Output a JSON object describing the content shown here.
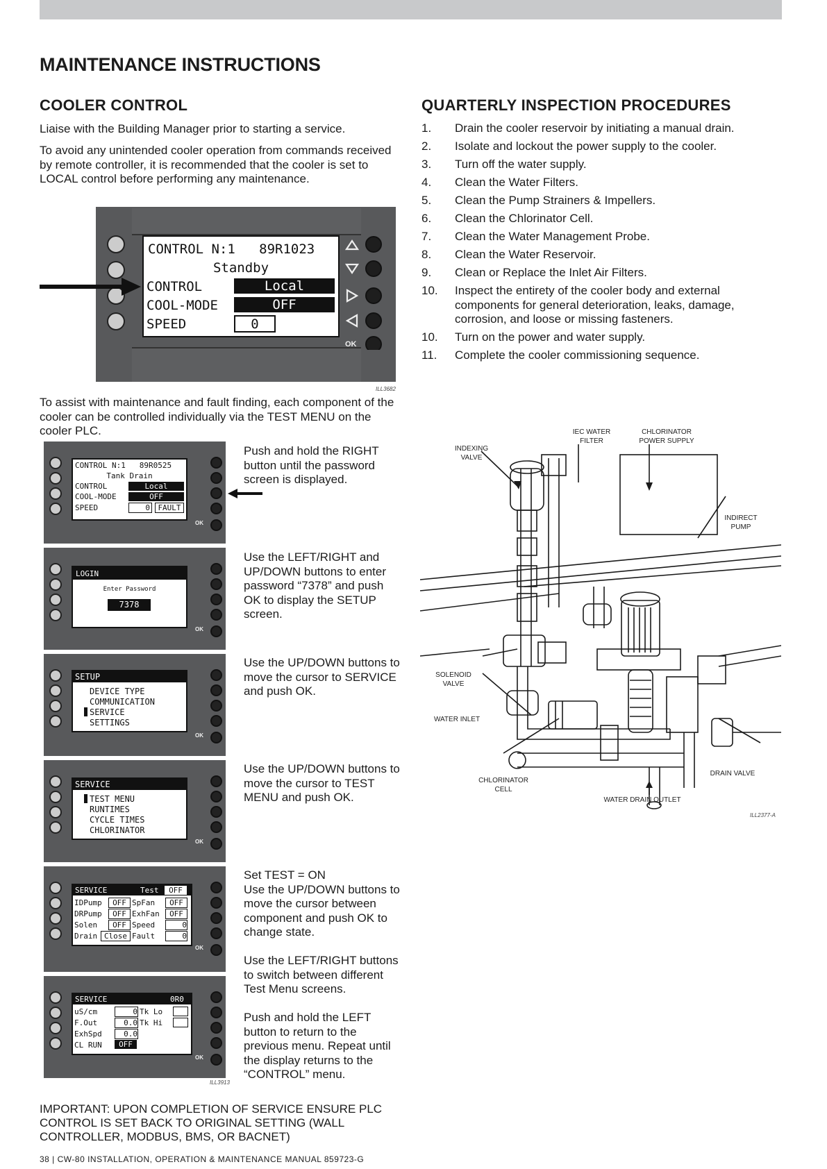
{
  "title": "MAINTENANCE INSTRUCTIONS",
  "cooler_control": {
    "heading": "COOLER CONTROL",
    "p1": "Liaise with the Building Manager prior to starting a service.",
    "p2": "To avoid any unintended cooler operation from commands received by remote controller, it is recommended that the cooler is set to LOCAL control before performing any maintenance.",
    "figure_ref": "ILL3682",
    "screen": {
      "line1": "CONTROL N:1   89R1023",
      "line2": "Standby",
      "control_label": "CONTROL",
      "control_value": "Local",
      "coolmode_label": "COOL-MODE",
      "coolmode_value": "OFF",
      "speed_label": "SPEED",
      "speed_value": "0",
      "ok": "OK"
    },
    "p3": "To assist with maintenance and fault finding, each component of the cooler can be controlled individually via the TEST MENU on the cooler PLC."
  },
  "steps": [
    {
      "text": "Push and hold the RIGHT button until the password screen is displayed."
    },
    {
      "text": "Use the LEFT/RIGHT and UP/DOWN buttons to enter password “7378” and push OK to display the SETUP screen."
    },
    {
      "text": "Use the UP/DOWN buttons to move the cursor to SERVICE and push OK."
    },
    {
      "text": "Use the UP/DOWN buttons to move the cursor to TEST MENU and push OK."
    },
    {
      "text": "Set TEST = ON\nUse the UP/DOWN buttons to move the cursor between component and push OK to change state.\n\nUse the LEFT/RIGHT buttons to switch between different Test Menu screens.\n\nPush and hold the LEFT button to return to the previous menu.  Repeat until the display returns to the “CONTROL” menu."
    }
  ],
  "screens": {
    "s1": {
      "l1": "CONTROL N:1   89R0525",
      "l2": "Tank Drain",
      "l3a": "CONTROL",
      "l3b": "Local",
      "l4a": "COOL-MODE",
      "l4b": "OFF",
      "l5a": "SPEED",
      "l5b": "0",
      "l5c": "FAULT"
    },
    "s2": {
      "l1": "LOGIN",
      "l2": "Enter Password",
      "l3": "7378"
    },
    "s3": {
      "l1": "SETUP",
      "l2": "DEVICE TYPE",
      "l3": "COMMUNICATION",
      "l4": "SERVICE",
      "l5": "SETTINGS"
    },
    "s4": {
      "l1": "SERVICE",
      "l2": "TEST MENU",
      "l3": "RUNTIMES",
      "l4": "CYCLE TIMES",
      "l5": "CHLORINATOR"
    },
    "s5": {
      "l1a": "SERVICE",
      "l1b": "Test",
      "l1c": "OFF",
      "r1": "IDPump",
      "r1v": "OFF",
      "r1b": "SpFan",
      "r1bv": "OFF",
      "r2": "DRPump",
      "r2v": "OFF",
      "r2b": "ExhFan",
      "r2bv": "OFF",
      "r3": "Solen",
      "r3v": "OFF",
      "r3b": "Speed",
      "r3bv": "0",
      "r4": "Drain",
      "r4v": "Close",
      "r4b": "Fault",
      "r4bv": "0"
    },
    "s6": {
      "l1a": "SERVICE",
      "l1b": "0R0",
      "r1": "uS/cm",
      "r1v": "0",
      "r1b": "Tk Lo",
      "r2": "F.Out",
      "r2v": "0.0",
      "r2b": "Tk Hi",
      "r3": "ExhSpd",
      "r3v": "0.0",
      "r4": "CL RUN",
      "r4v": "OFF"
    },
    "ok": "OK"
  },
  "figure_ref2": "ILL3913",
  "important": "IMPORTANT: UPON COMPLETION OF SERVICE ENSURE PLC CONTROL IS SET BACK TO ORIGINAL SETTING (WALL CONTROLLER, MODBUS, BMS, OR BACNET)",
  "footer": "38  |  CW-80 INSTALLATION, OPERATION & MAINTENANCE MANUAL 859723-G",
  "quarterly": {
    "heading": "QUARTERLY INSPECTION PROCEDURES",
    "items": [
      {
        "n": "1.",
        "t": "Drain the cooler reservoir by initiating a manual drain."
      },
      {
        "n": "2.",
        "t": "Isolate and lockout the power supply to the cooler."
      },
      {
        "n": "3.",
        "t": "Turn off the water supply."
      },
      {
        "n": "4.",
        "t": "Clean the Water Filters."
      },
      {
        "n": "5.",
        "t": "Clean the Pump Strainers & Impellers."
      },
      {
        "n": "6.",
        "t": "Clean the Chlorinator Cell."
      },
      {
        "n": "7.",
        "t": "Clean the Water Management Probe."
      },
      {
        "n": "8.",
        "t": "Clean the Water Reservoir."
      },
      {
        "n": "9.",
        "t": "Clean or Replace the Inlet Air Filters."
      },
      {
        "n": "10.",
        "t": "Inspect the entirety of the cooler body and external components for general deterioration, leaks, damage, corrosion, and loose or missing fasteners."
      },
      {
        "n": "10.",
        "t": "Turn on the power and water supply."
      },
      {
        "n": "11.",
        "t": "Complete the cooler commissioning sequence."
      }
    ]
  },
  "diagram": {
    "labels": {
      "indexing_valve": "INDEXING\nVALVE",
      "iec_filter": "IEC WATER\nFILTER",
      "chlorinator_ps": "CHLORINATOR\nPOWER SUPPLY",
      "indirect_pump": "INDIRECT\nPUMP",
      "solenoid_valve": "SOLENOID\nVALVE",
      "water_inlet": "WATER INLET",
      "chlorinator_cell": "CHLORINATOR\nCELL",
      "drain_valve": "DRAIN VALVE",
      "water_drain_outlet": "WATER DRAIN OUTLET"
    },
    "figure_ref": "ILL2377-A"
  }
}
